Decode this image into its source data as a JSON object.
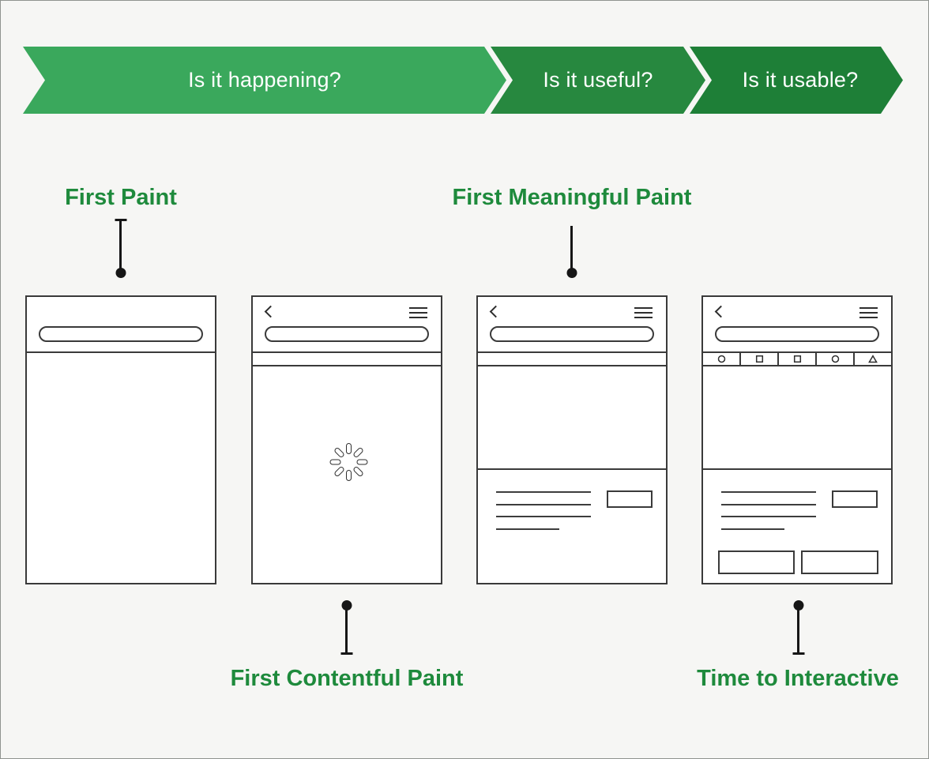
{
  "title_banner": {
    "steps": [
      {
        "id": "happening",
        "label": "Is it happening?",
        "color": "#3aa85c"
      },
      {
        "id": "useful",
        "label": "Is it useful?",
        "color": "#27883f"
      },
      {
        "id": "usable",
        "label": "Is it usable?",
        "color": "#1e7f37"
      }
    ]
  },
  "metrics": {
    "first_paint": "First Paint",
    "first_meaningful_paint": "First Meaningful Paint",
    "first_contentful_paint": "First Contentful Paint",
    "time_to_interactive": "Time to Interactive"
  },
  "colors": {
    "background": "#f6f6f4",
    "step1_green": "#3aa85c",
    "step2_green": "#27883f",
    "step3_green": "#1e7f37",
    "label_green": "#1e8a3c",
    "connector_black": "#161616",
    "phone_border": "#3a3a3a",
    "phone_fill": "#ffffff"
  },
  "phones": [
    {
      "name": "blank-page",
      "icons": [
        "url-bar-pill"
      ]
    },
    {
      "name": "loading-page",
      "icons": [
        "back-chevron",
        "hamburger-menu",
        "url-bar-pill",
        "spinner"
      ]
    },
    {
      "name": "meaningful-paint-page",
      "icons": [
        "back-chevron",
        "hamburger-menu",
        "url-bar-pill"
      ]
    },
    {
      "name": "interactive-page",
      "icons": [
        "back-chevron",
        "hamburger-menu",
        "url-bar-pill",
        "circle",
        "square",
        "square",
        "circle",
        "triangle"
      ]
    }
  ]
}
